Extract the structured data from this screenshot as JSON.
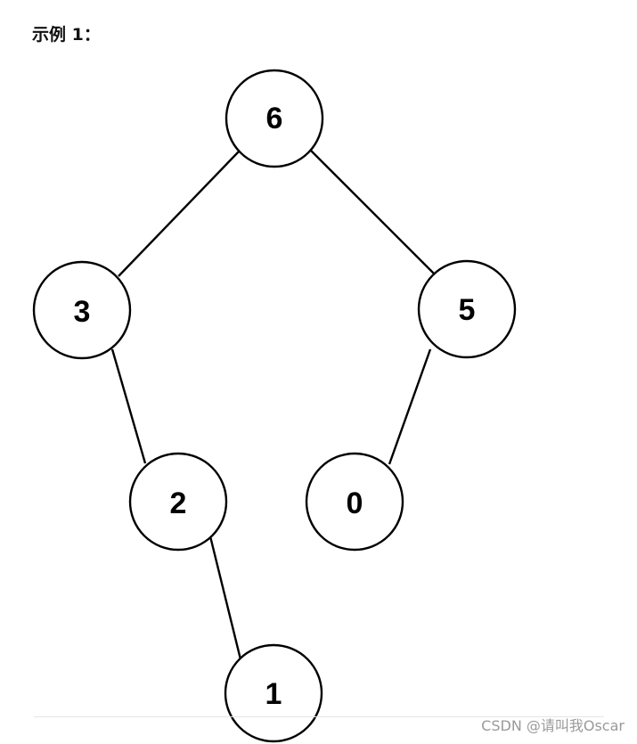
{
  "heading": "示例 1：",
  "tree": {
    "nodes": [
      {
        "id": "n6",
        "label": "6"
      },
      {
        "id": "n3",
        "label": "3"
      },
      {
        "id": "n5",
        "label": "5"
      },
      {
        "id": "n2",
        "label": "2"
      },
      {
        "id": "n0",
        "label": "0"
      },
      {
        "id": "n1",
        "label": "1"
      }
    ],
    "edges": [
      {
        "from": "n6",
        "to": "n3"
      },
      {
        "from": "n6",
        "to": "n5"
      },
      {
        "from": "n3",
        "to": "n2"
      },
      {
        "from": "n5",
        "to": "n0"
      },
      {
        "from": "n2",
        "to": "n1"
      }
    ]
  },
  "watermark": "CSDN @请叫我Oscar"
}
